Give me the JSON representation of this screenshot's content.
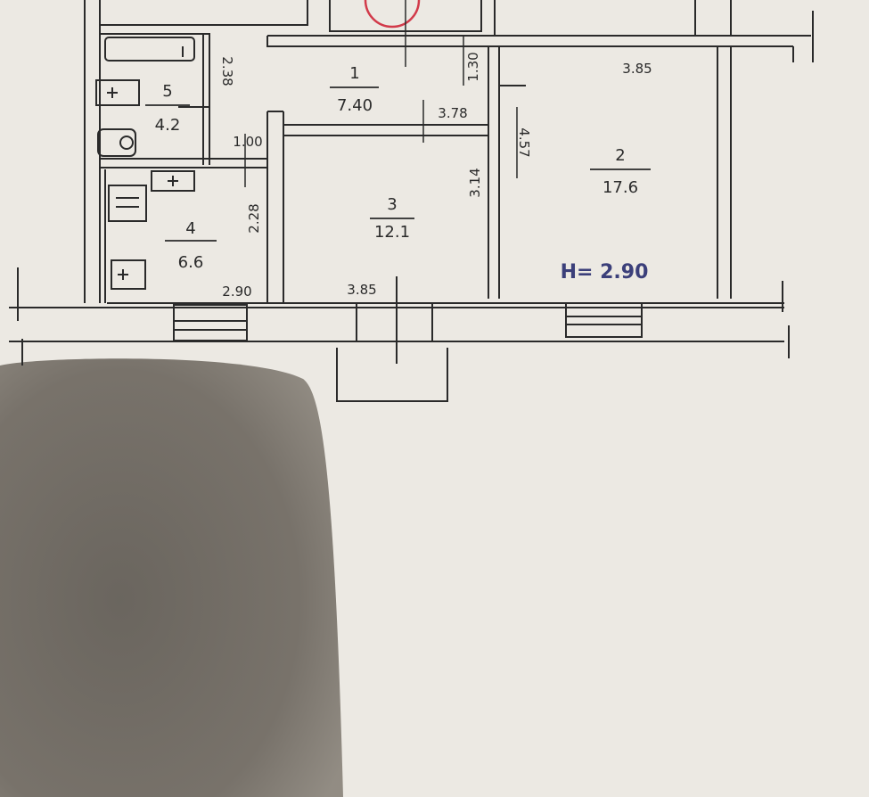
{
  "rooms": {
    "r1": {
      "number": "1",
      "area": "7.40"
    },
    "r2": {
      "number": "2",
      "area": "17.6"
    },
    "r3": {
      "number": "3",
      "area": "12.1"
    },
    "r4": {
      "number": "4",
      "area": "6.6"
    },
    "r5": {
      "number": "5",
      "area": "4.2"
    }
  },
  "dimensions": {
    "d_385_top": "3.85",
    "d_238": "2.38",
    "d_130": "1.30",
    "d_378": "3.78",
    "d_100": "1.00",
    "d_457": "4.57",
    "d_314": "3.14",
    "d_228": "2.28",
    "d_290": "2.90",
    "d_385_bottom": "3.85"
  },
  "height_mark": "H= 2.90",
  "colors": {
    "paper": "#ece9e3",
    "ink": "#2a2a2a",
    "blue_ink": "#3b3f7a",
    "stamp": "#d23a4a",
    "shadow": "#6e6860"
  }
}
